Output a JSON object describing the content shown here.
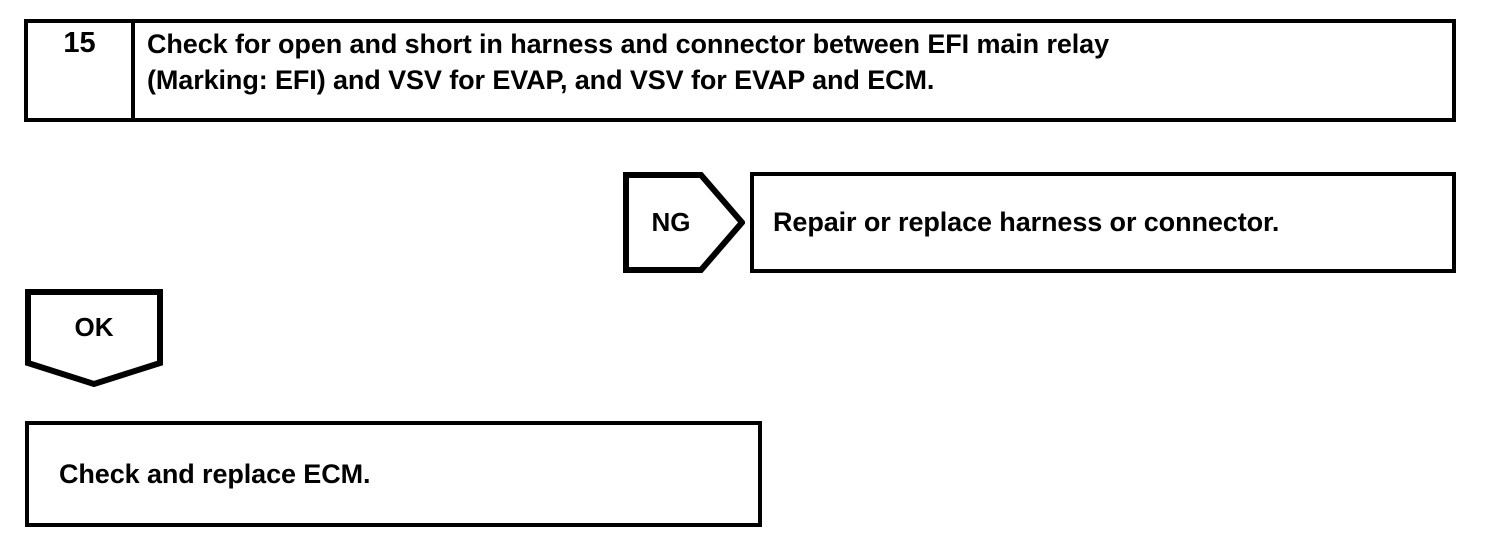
{
  "diagram": {
    "type": "troubleshooting-flowchart",
    "colors": {
      "line": "#000000",
      "background": "#ffffff",
      "text": "#000000"
    },
    "step": {
      "number": "15",
      "instruction_line1": "Check for open and short in harness and connector between EFI main relay",
      "instruction_line2": "(Marking: EFI) and VSV for EVAP, and VSV for EVAP and ECM."
    },
    "ng_branch": {
      "label": "NG",
      "result": "Repair or replace harness or connector."
    },
    "ok_branch": {
      "label": "OK",
      "result": "Check and replace ECM."
    }
  }
}
